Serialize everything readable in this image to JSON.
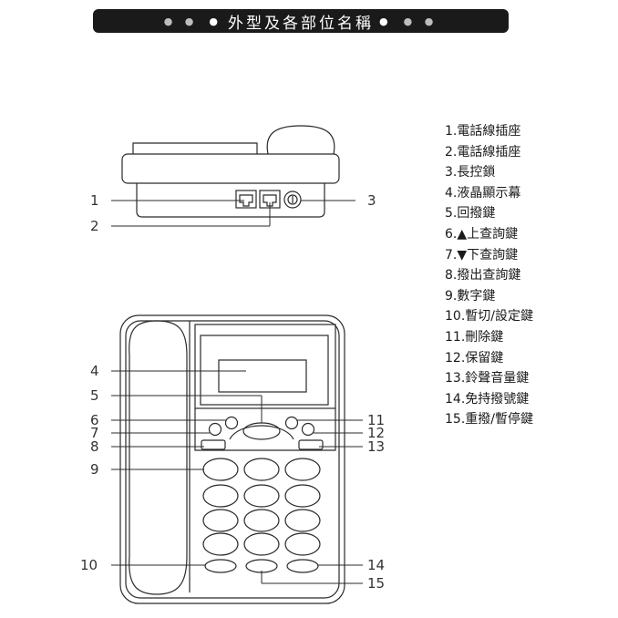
{
  "banner": {
    "title": "外型及各部位名稱",
    "dots_left": "● ●",
    "dots_left_bright": "●",
    "dots_right_bright": "●",
    "dots_right": "● ●"
  },
  "parts": [
    {
      "label": "1.電話線插座"
    },
    {
      "label": "2.電話線插座"
    },
    {
      "label": "3.長控鎖"
    },
    {
      "label": "4.液晶顯示幕"
    },
    {
      "label": "5.回撥鍵"
    },
    {
      "label": "6.▲上查詢鍵"
    },
    {
      "label": "7.▼下查詢鍵"
    },
    {
      "label": "8.撥出查詢鍵"
    },
    {
      "label": "9.數字鍵"
    },
    {
      "label": "10.暫切/設定鍵"
    },
    {
      "label": "11.刪除鍵"
    },
    {
      "label": "12.保留鍵"
    },
    {
      "label": "13.鈴聲音量鍵"
    },
    {
      "label": "14.免持撥號鍵"
    },
    {
      "label": "15.重撥/暫停鍵"
    }
  ],
  "callouts": {
    "c1": "1",
    "c2": "2",
    "c3": "3",
    "c4": "4",
    "c5": "5",
    "c6": "6",
    "c7": "7",
    "c8": "8",
    "c9": "9",
    "c10": "10",
    "c11": "11",
    "c12": "12",
    "c13": "13",
    "c14": "14",
    "c15": "15"
  }
}
